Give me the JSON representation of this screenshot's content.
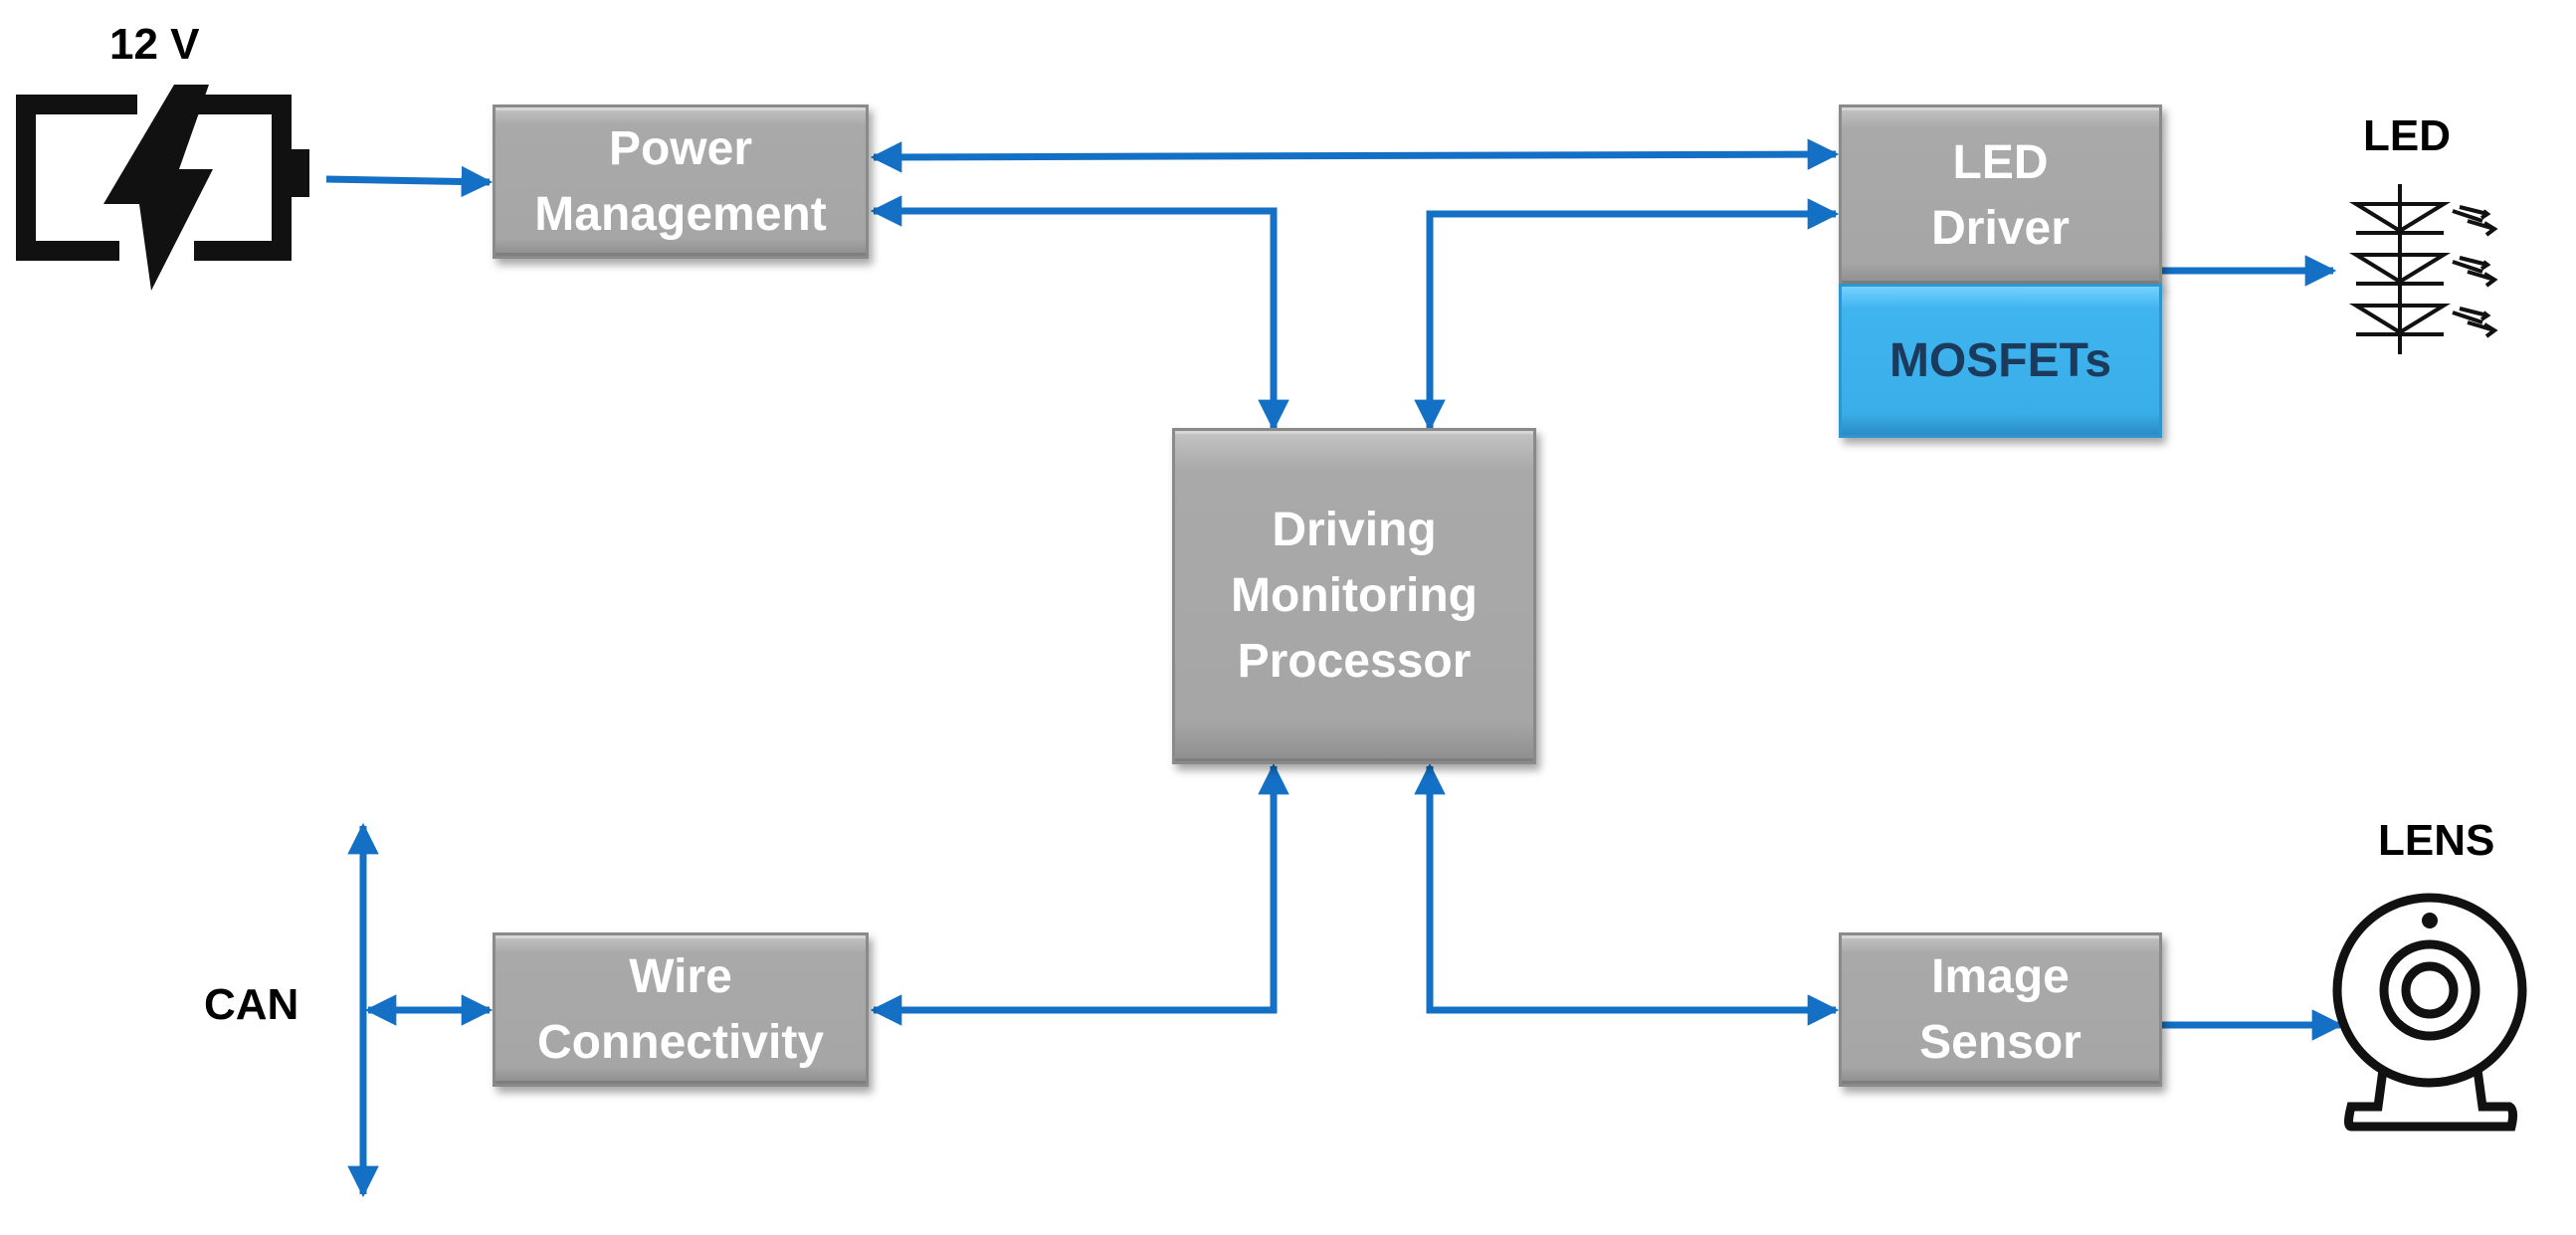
{
  "labels": {
    "battery": "12 V",
    "led": "LED",
    "lens": "LENS",
    "can": "CAN"
  },
  "blocks": {
    "power_management": [
      "Power",
      "Management"
    ],
    "led_driver": [
      "LED",
      "Driver"
    ],
    "mosfets": "MOSFETs",
    "processor": [
      "Driving",
      "Monitoring",
      "Processor"
    ],
    "wire_connectivity": [
      "Wire",
      "Connectivity"
    ],
    "image_sensor": [
      "Image",
      "Sensor"
    ]
  },
  "icons": [
    "battery-charging-icon",
    "led-diodes-icon",
    "webcam-lens-icon"
  ],
  "colors": {
    "wire": "#1470c4",
    "block": "#a6a6a6",
    "mosfet": "#3aaee8",
    "mosfet_text": "#1b3a5c"
  }
}
